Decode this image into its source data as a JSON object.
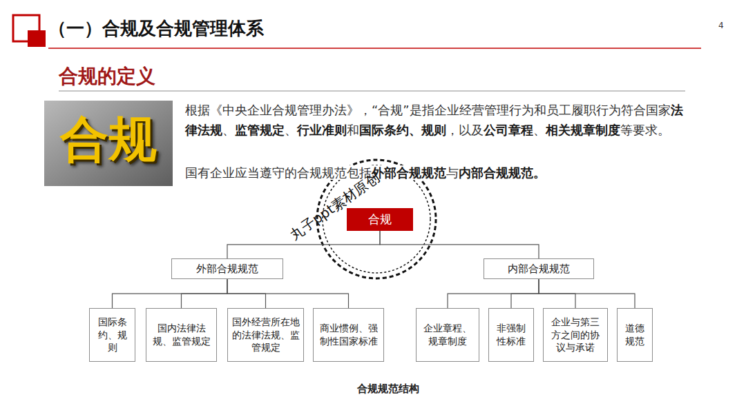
{
  "diagram": {
    "title": "（一）合规及合规管理体系",
    "caption": "合规规范结构",
    "nodes": [
      {
        "text": [
          "合规"
        ]
      },
      {
        "text": [
          "外部合规规范"
        ]
      },
      {
        "text": [
          "内部合规规范"
        ]
      },
      {
        "text": [
          "国际条约、规则"
        ]
      },
      {
        "text": [
          "国内法律法规、监管规定"
        ]
      },
      {
        "text": [
          "国外经营所在地的法律法规、监管规定"
        ]
      },
      {
        "text": [
          "商业惯例、强制性国家标准"
        ]
      },
      {
        "text": [
          "企业章程、规章制度"
        ]
      },
      {
        "text": [
          "非强制性标准"
        ]
      },
      {
        "text": [
          "企业与第三方之间的协议与承诺"
        ]
      },
      {
        "text": [
          "道德规范"
        ]
      }
    ],
    "edges": [
      {
        "from": 0,
        "to": 1,
        "arrow": "none"
      },
      {
        "from": 0,
        "to": 2,
        "arrow": "none"
      },
      {
        "from": 1,
        "to": 3,
        "arrow": "none"
      },
      {
        "from": 1,
        "to": 4,
        "arrow": "none"
      },
      {
        "from": 1,
        "to": 5,
        "arrow": "none"
      },
      {
        "from": 1,
        "to": 6,
        "arrow": "none"
      },
      {
        "from": 2,
        "to": 7,
        "arrow": "none"
      },
      {
        "from": 2,
        "to": 8,
        "arrow": "none"
      },
      {
        "from": 2,
        "to": 9,
        "arrow": "none"
      },
      {
        "from": 2,
        "to": 10,
        "arrow": "none"
      }
    ],
    "labels": [
      "4",
      "合规的定义",
      "合规",
      "根据《中央企业合规管理办法》，“合规”是指企业经营管理行为和员工履职行为符合国家",
      "法律法规",
      "、",
      "监管规定",
      "、",
      "行业准则",
      "和",
      "国际条约、规则",
      "，以及",
      "公司章程",
      "、",
      "相关规章制度",
      "等要求。",
      "国有企业应当遵守的合规规范包括",
      "外部合规规范",
      "与",
      "内部合规规范。",
      "丸子ppt素材原创"
    ]
  }
}
